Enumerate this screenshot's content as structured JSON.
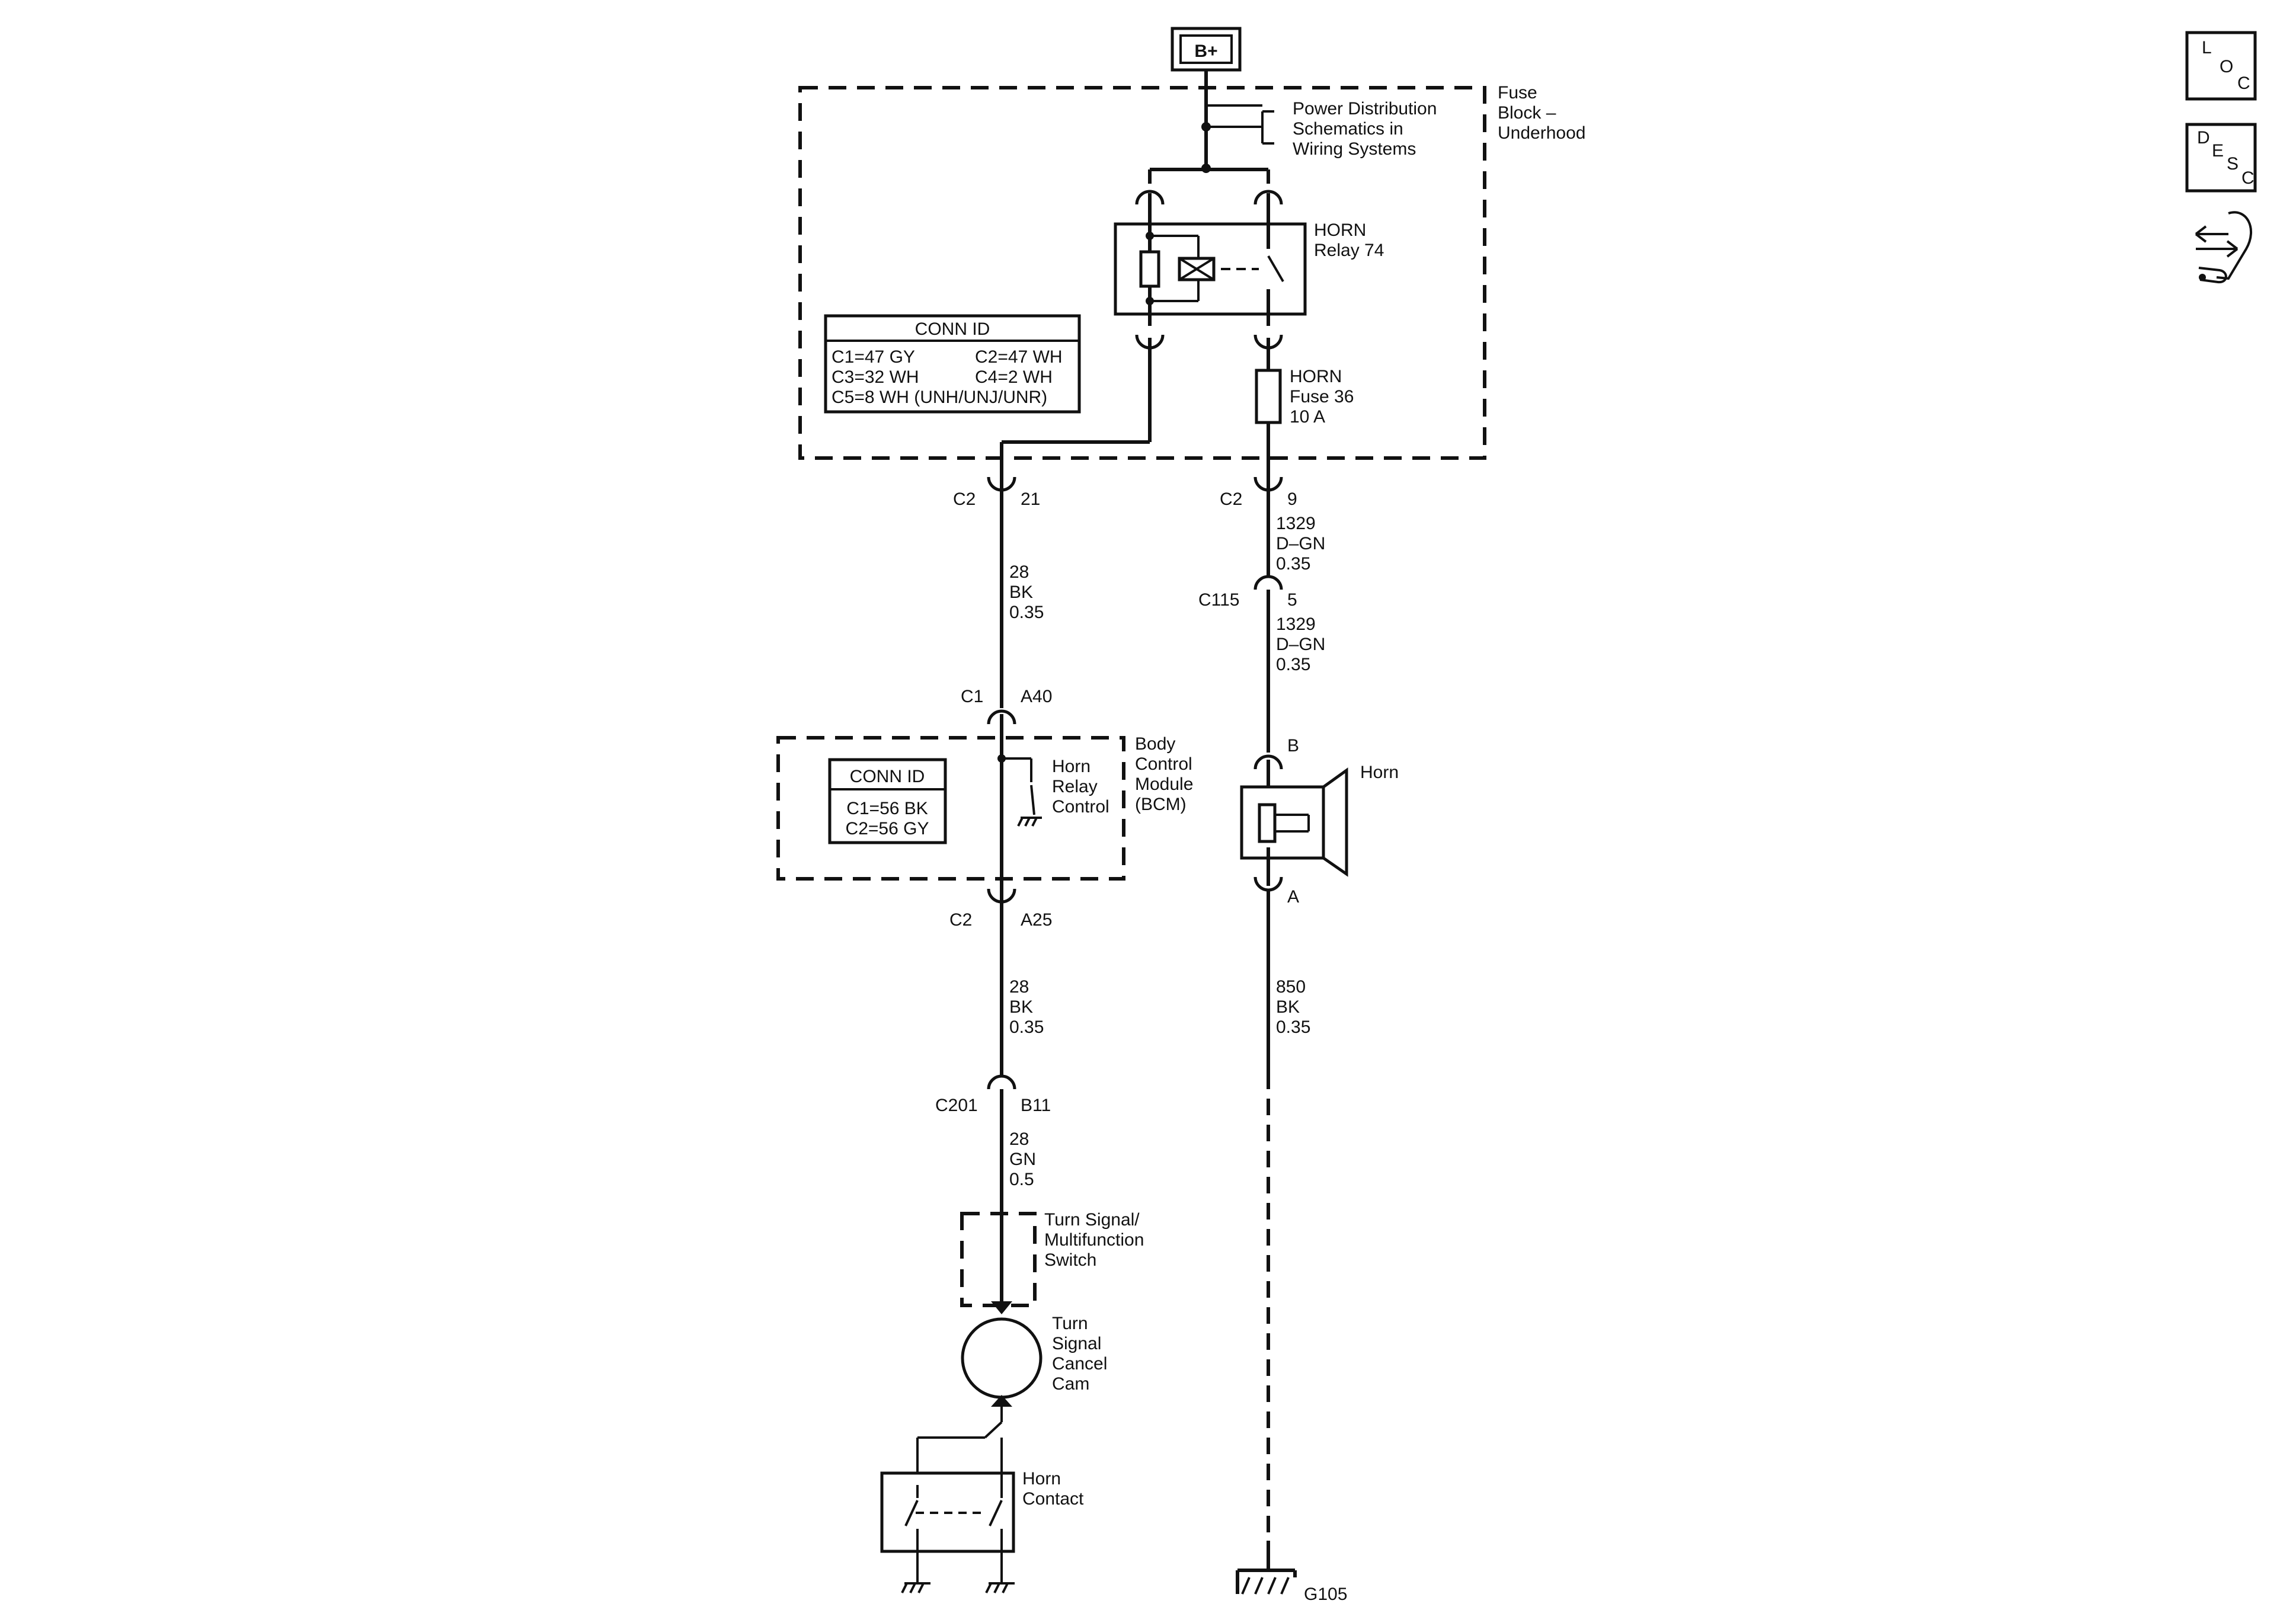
{
  "power": {
    "label": "B+"
  },
  "fuse_block": {
    "title_line1": "Fuse",
    "title_line2": "Block –",
    "title_line3": "Underhood",
    "power_ref_line1": "Power Distribution",
    "power_ref_line2": "Schematics in",
    "power_ref_line3": "Wiring Systems",
    "relay_line1": "HORN",
    "relay_line2": "Relay 74",
    "fuse_line1": "HORN",
    "fuse_line2": "Fuse 36",
    "fuse_line3": "10 A",
    "conn_id": {
      "title": "CONN ID",
      "row1_left": "C1=47 GY",
      "row1_right": "C2=47 WH",
      "row2_left": "C3=32 WH",
      "row2_right": "C4=2 WH",
      "row3": "C5=8 WH (UNH/UNJ/UNR)"
    }
  },
  "left_circuit": {
    "c2_top_conn": "C2",
    "c2_top_pin": "21",
    "wire1": {
      "circuit": "28",
      "color": "BK",
      "gauge": "0.35"
    },
    "c1_conn": "C1",
    "c1_pin": "A40",
    "c2_bot_conn": "C2",
    "c2_bot_pin": "A25",
    "wire2": {
      "circuit": "28",
      "color": "BK",
      "gauge": "0.35"
    },
    "c201_conn": "C201",
    "c201_pin": "B11",
    "wire3": {
      "circuit": "28",
      "color": "GN",
      "gauge": "0.5"
    }
  },
  "bcm": {
    "title_line1": "Body",
    "title_line2": "Control",
    "title_line3": "Module",
    "title_line4": "(BCM)",
    "relay_ctrl_line1": "Horn",
    "relay_ctrl_line2": "Relay",
    "relay_ctrl_line3": "Control",
    "conn_id": {
      "title": "CONN ID",
      "row1": "C1=56 BK",
      "row2": "C2=56 GY"
    }
  },
  "switch": {
    "tsm_line1": "Turn Signal/",
    "tsm_line2": "Multifunction",
    "tsm_line3": "Switch",
    "cam_line1": "Turn",
    "cam_line2": "Signal",
    "cam_line3": "Cancel",
    "cam_line4": "Cam",
    "contact_line1": "Horn",
    "contact_line2": "Contact"
  },
  "right_circuit": {
    "c2_conn": "C2",
    "c2_pin": "9",
    "wire1": {
      "circuit": "1329",
      "color": "D–GN",
      "gauge": "0.35"
    },
    "c115_conn": "C115",
    "c115_pin": "5",
    "wire2": {
      "circuit": "1329",
      "color": "D–GN",
      "gauge": "0.35"
    },
    "horn_pin_b": "B",
    "horn_label": "Horn",
    "horn_pin_a": "A",
    "wire3": {
      "circuit": "850",
      "color": "BK",
      "gauge": "0.35"
    },
    "ground_label": "G105"
  },
  "side_icons": {
    "loc": [
      "L",
      "O",
      "C"
    ],
    "desc": [
      "D",
      "E",
      "S",
      "C"
    ],
    "tool_icon": "wrench-arrows-icon"
  }
}
